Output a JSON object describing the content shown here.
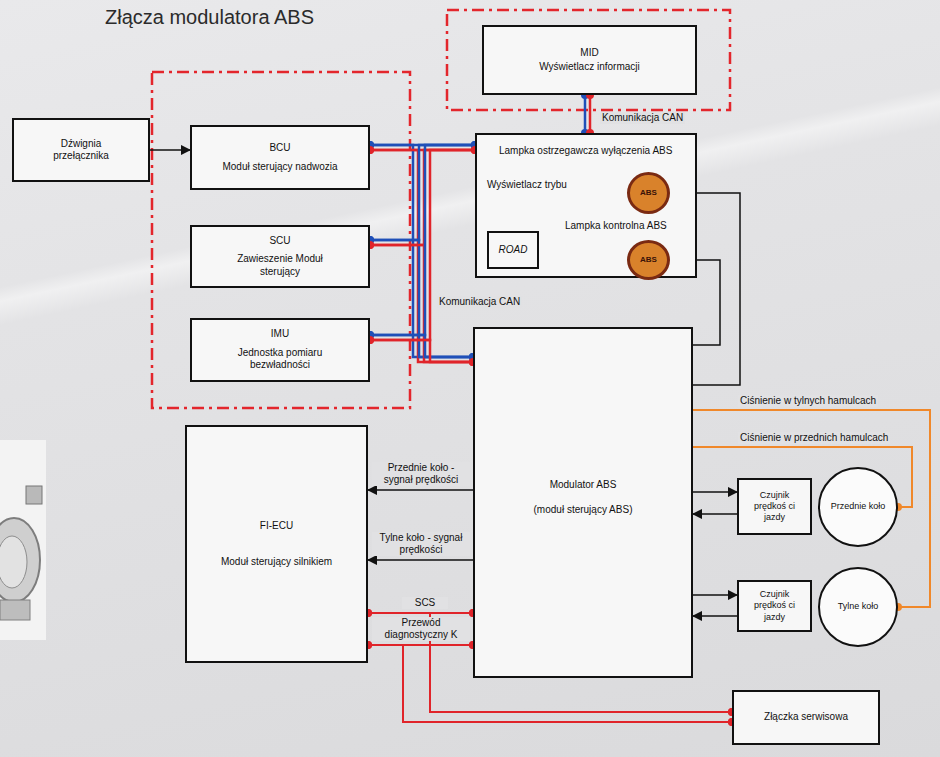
{
  "diagram": {
    "title": "Złącza modulatora ABS",
    "nodes": [
      {
        "text": [
          "Dźwignia przełącznika"
        ]
      },
      {
        "text": [
          "BCU",
          "Moduł sterujący nadwozia"
        ]
      },
      {
        "text": [
          "SCU",
          "Zawieszenie Moduł sterujący"
        ]
      },
      {
        "text": [
          "IMU",
          "Jednostka pomiaru bezwładności"
        ]
      },
      {
        "text": [
          "MID",
          "Wyświetlacz informacji"
        ]
      },
      {
        "text": [
          "Lampka ostrzegawcza wyłączenia ABS",
          "Wyświetlacz trybu",
          "Lampka kontrolna ABS"
        ]
      },
      {
        "text": [
          "ROAD"
        ],
        "in": 5
      },
      {
        "text": [
          "ABS"
        ],
        "in": 5
      },
      {
        "text": [
          "ABS"
        ],
        "in": 5
      },
      {
        "text": [
          "Modulator ABS",
          "(moduł sterujący ABS)"
        ]
      },
      {
        "text": [
          "FI-ECU",
          "Moduł sterujący silnikiem"
        ]
      },
      {
        "text": [
          "Czujnik prędkoś ci jazdy"
        ]
      },
      {
        "text": [
          "Przednie koło"
        ]
      },
      {
        "text": [
          "Czujnik prędkoś ci jazdy"
        ]
      },
      {
        "text": [
          "Tylne koło"
        ]
      },
      {
        "text": [
          "Złączka serwisowa"
        ]
      }
    ],
    "edges": [
      {
        "from": 0,
        "to": 1,
        "arrow": "to"
      },
      {
        "from": 1,
        "to": 5,
        "arrow": "none"
      },
      {
        "from": 1,
        "to": 9,
        "arrow": "none"
      },
      {
        "from": 2,
        "to": 5,
        "arrow": "none"
      },
      {
        "from": 2,
        "to": 9,
        "arrow": "none"
      },
      {
        "from": 3,
        "to": 5,
        "arrow": "none"
      },
      {
        "from": 3,
        "to": 9,
        "arrow": "none"
      },
      {
        "from": 5,
        "to": 4,
        "arrow": "none"
      },
      {
        "from": 9,
        "to": 7,
        "arrow": "to"
      },
      {
        "from": 9,
        "to": 8,
        "arrow": "to"
      },
      {
        "from": 9,
        "to": 10,
        "label": "Przednie koło - sygnał prędkości",
        "arrow": "to"
      },
      {
        "from": 9,
        "to": 10,
        "label": "Tylne koło - sygnał prędkości",
        "arrow": "to"
      },
      {
        "from": 10,
        "to": 9,
        "label": "SCS",
        "arrow": "none"
      },
      {
        "from": 10,
        "to": 15,
        "arrow": "none"
      },
      {
        "from": 9,
        "to": 15,
        "arrow": "none"
      },
      {
        "from": 10,
        "to": 9,
        "label": "Przewód diagnostyczny K",
        "arrow": "none"
      },
      {
        "from": 10,
        "to": 15,
        "arrow": "none"
      },
      {
        "from": 9,
        "to": 15,
        "arrow": "none"
      },
      {
        "from": 9,
        "to": 11,
        "arrow": "to"
      },
      {
        "from": 11,
        "to": 9,
        "arrow": "to"
      },
      {
        "from": 9,
        "to": 13,
        "arrow": "to"
      },
      {
        "from": 13,
        "to": 9,
        "arrow": "to"
      },
      {
        "from": 9,
        "to": 14,
        "label": "Ciśnienie w tylnych hamulcach",
        "arrow": "none"
      },
      {
        "from": 9,
        "to": 12,
        "label": "Ciśnienie w przednich hamulcach",
        "arrow": "none"
      }
    ],
    "labels": [
      "Komunikacja CAN",
      "Komunikacja CAN"
    ]
  }
}
